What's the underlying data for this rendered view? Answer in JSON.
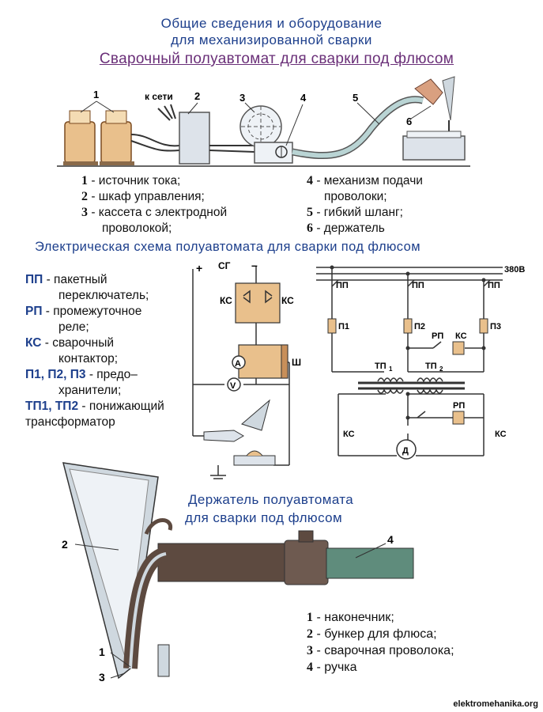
{
  "header": {
    "title_line1": "Общие сведения и оборудование",
    "title_line2": "для механизированной сварки",
    "subtitle": "Сварочный полуавтомат для сварки под флюсом"
  },
  "equipment_diagram": {
    "labels": {
      "n1": "1",
      "n2": "2",
      "n3": "3",
      "n4": "4",
      "n5": "5",
      "n6": "6",
      "k_seti": "к  сети"
    }
  },
  "legend1": [
    {
      "num": "1",
      "text": "- источник  тока;"
    },
    {
      "num": "2",
      "text": "- шкаф  управления;"
    },
    {
      "num": "3",
      "text": "- кассета  с  электродной"
    },
    {
      "num": "",
      "text": "проволокой;"
    },
    {
      "num": "4",
      "text": "- механизм  подачи"
    },
    {
      "num": "",
      "text": "проволоки;"
    },
    {
      "num": "5",
      "text": "- гибкий  шланг;"
    },
    {
      "num": "6",
      "text": "- держатель"
    }
  ],
  "electrical": {
    "title": "Электрическая  схема  полуавтомата  для  сварки  под  флюсом",
    "abbreviations": [
      {
        "abbr": "ПП",
        "text": " - пакетный"
      },
      {
        "abbr": "",
        "text": "переключатель;"
      },
      {
        "abbr": "РП",
        "text": " - промежуточное"
      },
      {
        "abbr": "",
        "text": "реле;"
      },
      {
        "abbr": "КС",
        "text": " - сварочный"
      },
      {
        "abbr": "",
        "text": "контактор;"
      },
      {
        "abbr": "П1, П2, П3",
        "text": " - предо–"
      },
      {
        "abbr": "",
        "text": "хранители;"
      },
      {
        "abbr": "ТП1, ТП2",
        "text": " - понижающий"
      },
      {
        "abbr": "",
        "text": "трансформатор"
      }
    ],
    "left_labels": {
      "plus": "+",
      "minus": "–",
      "sg": "СГ",
      "ks_left": "КС",
      "ks_right": "КС",
      "a": "А",
      "v": "V",
      "sh": "Ш"
    },
    "right_labels": {
      "v380": "380В",
      "pp1": "ПП",
      "pp2": "ПП",
      "pp3": "ПП",
      "p1": "П1",
      "p2": "П2",
      "p3": "П3",
      "rp_top": "РП",
      "ks_top": "КС",
      "tp1": "ТП",
      "tp2": "ТП",
      "tp1_sub": "1",
      "tp2_sub": "2",
      "rp_bottom": "РП",
      "ks_b_left": "КС",
      "ks_b_right": "КС",
      "motor": "Д"
    }
  },
  "holder": {
    "title_line1": "Держатель  полуавтомата",
    "title_line2": "для  сварки  под  флюсом",
    "labels": {
      "n1": "1",
      "n2": "2",
      "n3": "3",
      "n4": "4"
    }
  },
  "legend2": [
    {
      "num": "1",
      "text": "- наконечник;"
    },
    {
      "num": "2",
      "text": "- бункер  для  флюса;"
    },
    {
      "num": "3",
      "text": "- сварочная  проволока;"
    },
    {
      "num": "4",
      "text": "- ручка"
    }
  ],
  "footer": {
    "site": "elektromehanika.org"
  },
  "colors": {
    "title_blue": "#1d3f8c",
    "subtitle_purple": "#6a2f78",
    "copper": "#e9c08c",
    "hose": "#b9d4d4",
    "handle_brown": "#5d4a40",
    "handle_green": "#5f8c7c"
  }
}
